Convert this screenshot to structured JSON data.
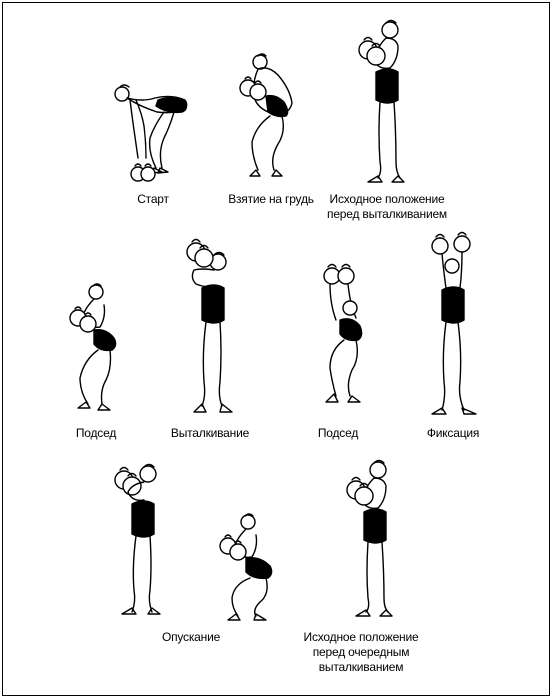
{
  "captions": {
    "start": "Старт",
    "clean": "Взятие на грудь",
    "initial_1": "Исходное положение",
    "initial_2": "перед выталкиванием",
    "squat_1": "Подсед",
    "push": "Выталкивание",
    "squat_2": "Подсед",
    "fixation": "Фиксация",
    "lowering": "Опускание",
    "next_1": "Исходное положение",
    "next_2": "перед очередным",
    "next_3": "выталкиванием"
  }
}
